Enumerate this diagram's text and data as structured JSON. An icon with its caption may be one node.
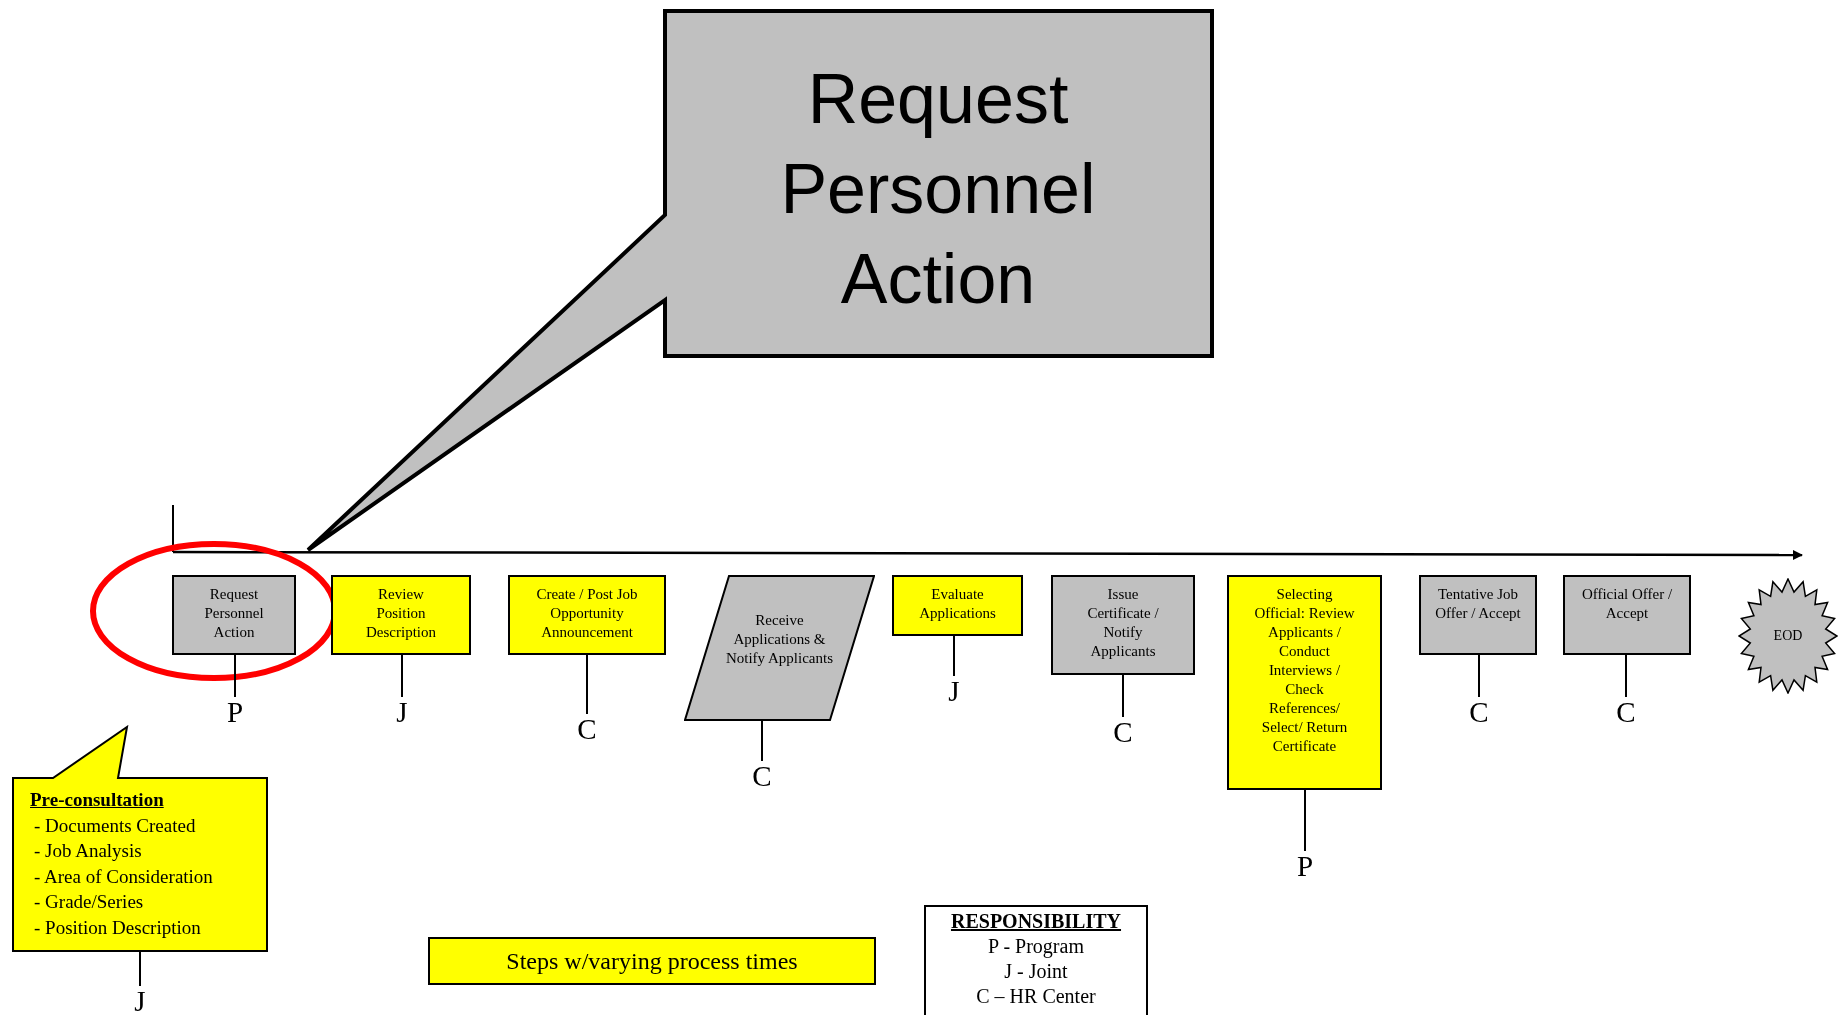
{
  "diagram": {
    "nodes": [
      {
        "text": [
          "Request Personnel Action"
        ]
      },
      {
        "text": [
          "Request Personnel Action"
        ]
      },
      {
        "text": [
          "Review Position Description"
        ]
      },
      {
        "text": [
          "Create / Post Job Opportunity Announcement"
        ]
      },
      {
        "text": [
          "Receive Applications & Notify Applicants"
        ]
      },
      {
        "text": [
          "Evaluate Applications"
        ]
      },
      {
        "text": [
          "Issue Certificate / Notify Applicants"
        ]
      },
      {
        "text": [
          "Selecting Official: Review Applicants / Conduct Interviews / Check References/ Select/ Return Certificate"
        ]
      },
      {
        "text": [
          "Tentative Job Offer / Accept"
        ]
      },
      {
        "text": [
          "Official Offer / Accept"
        ]
      },
      {
        "text": [
          "EOD"
        ]
      },
      {
        "text": [
          "Pre-consultation",
          "- Documents Created",
          "- Job Analysis",
          "- Area of Consideration",
          "- Grade/Series",
          "- Position Description"
        ]
      },
      {
        "text": [
          "P"
        ]
      },
      {
        "text": [
          "J"
        ]
      },
      {
        "text": [
          "C"
        ]
      },
      {
        "text": [
          "C"
        ]
      },
      {
        "text": [
          "J"
        ]
      },
      {
        "text": [
          "C"
        ]
      },
      {
        "text": [
          "P"
        ]
      },
      {
        "text": [
          "C"
        ]
      },
      {
        "text": [
          "C"
        ]
      },
      {
        "text": [
          "J"
        ]
      }
    ],
    "edges": [
      {
        "from": 1,
        "to": 12,
        "arrow": "none"
      },
      {
        "from": 2,
        "to": 13,
        "arrow": "none"
      },
      {
        "from": 3,
        "to": 14,
        "arrow": "none"
      },
      {
        "from": 4,
        "to": 15,
        "arrow": "none"
      },
      {
        "from": 5,
        "to": 16,
        "arrow": "none"
      },
      {
        "from": 6,
        "to": 17,
        "arrow": "none"
      },
      {
        "from": 7,
        "to": 18,
        "arrow": "none"
      },
      {
        "from": 8,
        "to": 19,
        "arrow": "none"
      },
      {
        "from": 9,
        "to": 20,
        "arrow": "none"
      },
      {
        "from": 11,
        "to": 21,
        "arrow": "none"
      }
    ],
    "labels": [
      "RESPONSIBILITY",
      "P - Program",
      "J - Joint",
      "C – HR Center"
    ],
    "legend": [
      {
        "text": "Steps w/varying process times",
        "color": "#ffff00"
      }
    ]
  }
}
